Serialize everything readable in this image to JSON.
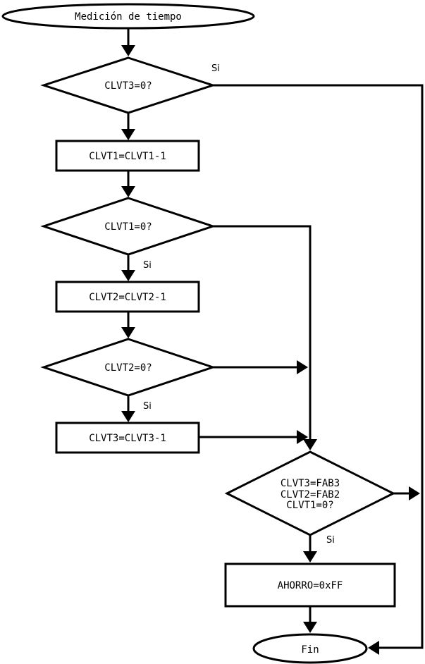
{
  "diagram": {
    "type": "flowchart",
    "background_color": "#ffffff",
    "stroke_color": "#000000",
    "shape_fill_color": "#ffffff",
    "text_color": "#000000",
    "nodes": {
      "start": {
        "type": "terminator",
        "label": "Medición de tiempo"
      },
      "d1": {
        "type": "decision",
        "label": "CLVT3=0?",
        "branch_label": "Si"
      },
      "p1": {
        "type": "process",
        "label": "CLVT1=CLVT1-1"
      },
      "d2": {
        "type": "decision",
        "label": "CLVT1=0?",
        "branch_label": "Si"
      },
      "p2": {
        "type": "process",
        "label": "CLVT2=CLVT2-1"
      },
      "d3": {
        "type": "decision",
        "label": "CLVT2=0?",
        "branch_label": "Si"
      },
      "p3": {
        "type": "process",
        "label": "CLVT3=CLVT3-1"
      },
      "d4": {
        "type": "decision",
        "lines": [
          "CLVT3=FAB3",
          "CLVT2=FAB2",
          "CLVT1=0?"
        ],
        "branch_label": "Si"
      },
      "p4": {
        "type": "process",
        "label": "AHORRO=0xFF"
      },
      "end": {
        "type": "terminator",
        "label": "Fin"
      }
    },
    "edges": [
      {
        "from": "start",
        "to": "d1"
      },
      {
        "from": "d1",
        "to": "end",
        "label": "Si"
      },
      {
        "from": "d1",
        "to": "p1"
      },
      {
        "from": "p1",
        "to": "d2"
      },
      {
        "from": "d2",
        "to": "d4"
      },
      {
        "from": "d2",
        "to": "p2",
        "label": "Si"
      },
      {
        "from": "p2",
        "to": "d3"
      },
      {
        "from": "d3",
        "to": "d4"
      },
      {
        "from": "d3",
        "to": "p3",
        "label": "Si"
      },
      {
        "from": "p3",
        "to": "d4"
      },
      {
        "from": "d4",
        "to": "end"
      },
      {
        "from": "d4",
        "to": "p4",
        "label": "Si"
      },
      {
        "from": "p4",
        "to": "end"
      }
    ]
  }
}
